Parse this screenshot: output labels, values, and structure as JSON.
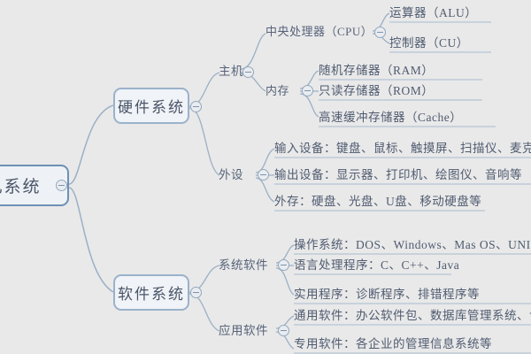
{
  "diagram": {
    "type": "mind-map",
    "title_note": "计算机系统 mind map (root node clipped at left edge)",
    "background_color": "#e9e9e9",
    "node_border_color": "#8fa9c4",
    "node_fill_color": "#f2f4f7",
    "link_color": "#9bb0c6",
    "text_color": "#57637a"
  },
  "root": {
    "label": "几系统",
    "full_label_hint": "计算机系统"
  },
  "branches": [
    {
      "id": "hardware",
      "label": "硬件系统",
      "children": [
        {
          "id": "host",
          "label": "主机",
          "children": [
            {
              "id": "cpu",
              "label": "中央处理器（CPU）",
              "children": [
                {
                  "id": "alu",
                  "label": "运算器（ALU）"
                },
                {
                  "id": "cu",
                  "label": "控制器（CU）"
                }
              ]
            },
            {
              "id": "memory",
              "label": "内存",
              "children": [
                {
                  "id": "ram",
                  "label": "随机存储器（RAM）"
                },
                {
                  "id": "rom",
                  "label": "只读存储器（ROM）"
                },
                {
                  "id": "cache",
                  "label": "高速缓冲存储器（Cache）"
                }
              ]
            }
          ]
        },
        {
          "id": "peripheral",
          "label": "外设",
          "children": [
            {
              "id": "input-devices",
              "label": "输入设备：键盘、鼠标、触摸屏、扫描仪、麦克风等"
            },
            {
              "id": "output-devices",
              "label": "输出设备：显示器、打印机、绘图仪、音响等"
            },
            {
              "id": "external-storage",
              "label": "外存：硬盘、光盘、U盘、移动硬盘等"
            }
          ]
        }
      ]
    },
    {
      "id": "software",
      "label": "软件系统",
      "children": [
        {
          "id": "system-software",
          "label": "系统软件",
          "children": [
            {
              "id": "os",
              "label": "操作系统：DOS、Windows、Mas OS、UNIX、Linux"
            },
            {
              "id": "language-processor",
              "label": "语言处理程序：C、C++、Java"
            },
            {
              "id": "utility-program",
              "label": "实用程序：诊断程序、排错程序等"
            }
          ]
        },
        {
          "id": "application-software",
          "label": "应用软件",
          "children": [
            {
              "id": "general-software",
              "label": "通用软件：办公软件包、数据库管理系统、计算"
            },
            {
              "id": "special-software",
              "label": "专用软件：各企业的管理信息系统等"
            }
          ]
        }
      ]
    }
  ],
  "toggles": {
    "icon": "collapse-minus-icon",
    "count": 9
  }
}
